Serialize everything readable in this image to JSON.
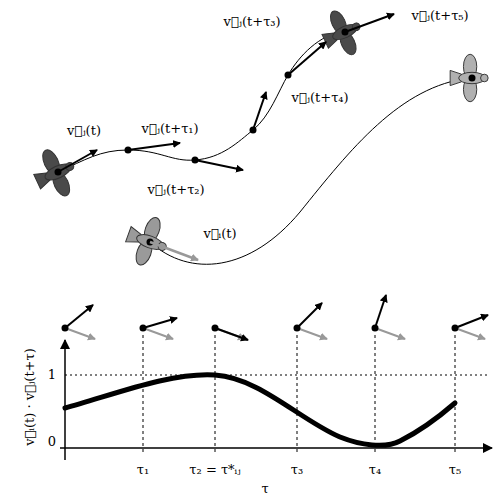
{
  "diagram": {
    "labels": [
      "v⃗ⱼ(t)",
      "v⃗ⱼ(t+τ₁)",
      "v⃗ⱼ(t+τ₂)",
      "v⃗ⱼ(t+τ₃)",
      "v⃗ⱼ(t+τ₄)",
      "v⃗ⱼ(t+τ₅)",
      "v⃗ᵢ(t)",
      "1",
      "0",
      "τ₁",
      "τ₂ = τ*ᵢⱼ",
      "τ₃",
      "τ₄",
      "τ₅",
      "τ",
      "v⃗ᵢ(t) · v⃗ⱼ(t+τ)"
    ]
  }
}
